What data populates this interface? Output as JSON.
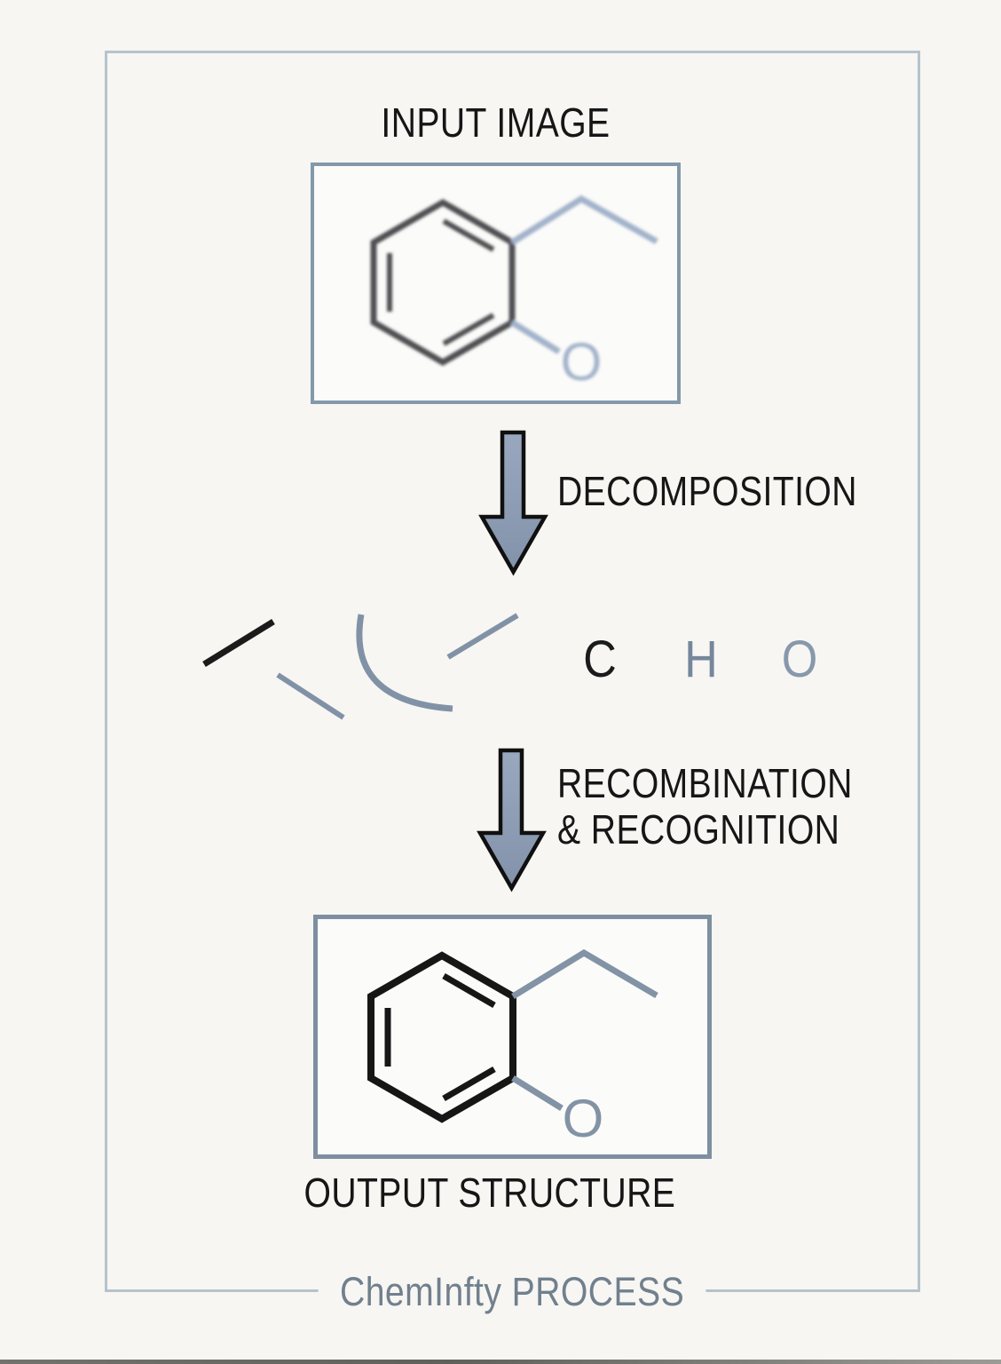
{
  "figure": {
    "input_title": "INPUT IMAGE",
    "decomposition_label": "DECOMPOSITION",
    "recombination_label_line1": "RECOMBINATION",
    "recombination_label_line2": "& RECOGNITION",
    "output_label": "OUTPUT STRUCTURE",
    "footer_label": "ChemInfty PROCESS"
  },
  "fragments": {
    "letters": [
      {
        "char": "C",
        "color": "#1b1b1b"
      },
      {
        "char": "H",
        "color": "#76879c"
      },
      {
        "char": "O",
        "color": "#8898ac"
      }
    ]
  },
  "molecules": {
    "input": {
      "oxygen_label": "O"
    },
    "output": {
      "oxygen_label": "O"
    }
  },
  "colors": {
    "background": "#f7f6f3",
    "frame_border": "#b6c3cc",
    "input_box_border": "#8399ab",
    "output_box_border": "#7e8fa0",
    "arrow_fill": "#8b9ab2",
    "arrow_outline": "#101010",
    "input_ring": "#4f4f52",
    "input_substituent": "#a2b2ca",
    "output_ring": "#161616",
    "output_substituent": "#8393a6",
    "label_text": "#161616",
    "footer_text": "#71808d"
  }
}
